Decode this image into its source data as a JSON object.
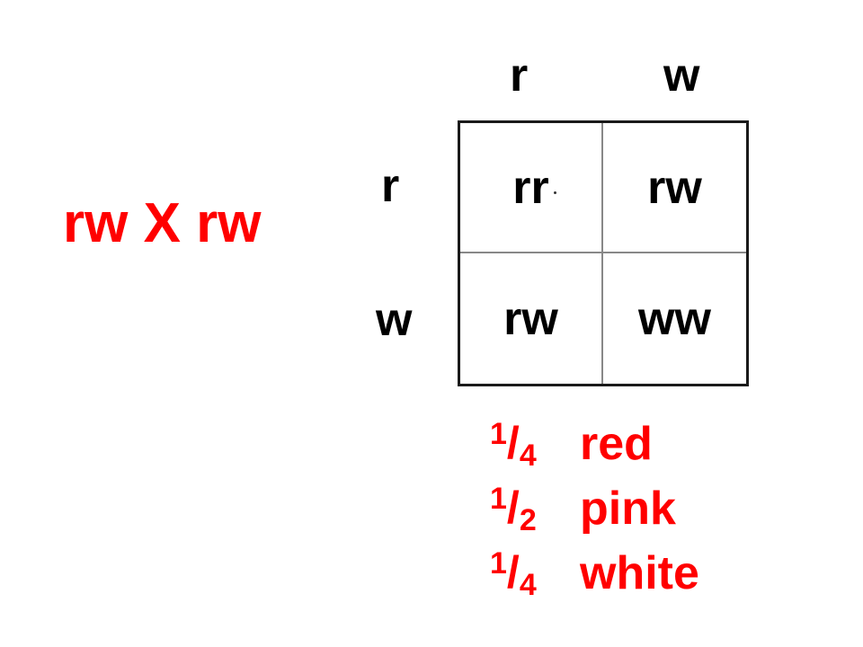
{
  "cross": "rw X rw",
  "columns": [
    "r",
    "w"
  ],
  "rows": [
    "r",
    "w"
  ],
  "cells": [
    [
      "rr",
      "rw"
    ],
    [
      "rw",
      "ww"
    ]
  ],
  "ratios": [
    {
      "num": "1",
      "slash": "/",
      "den": "4",
      "label": "red"
    },
    {
      "num": "1",
      "slash": "/",
      "den": "2",
      "label": "pink"
    },
    {
      "num": "1",
      "slash": "/",
      "den": "4",
      "label": "white"
    }
  ],
  "colors": {
    "accent": "#ff0000",
    "text": "#000000",
    "grid_border": "#1a1a1a"
  }
}
